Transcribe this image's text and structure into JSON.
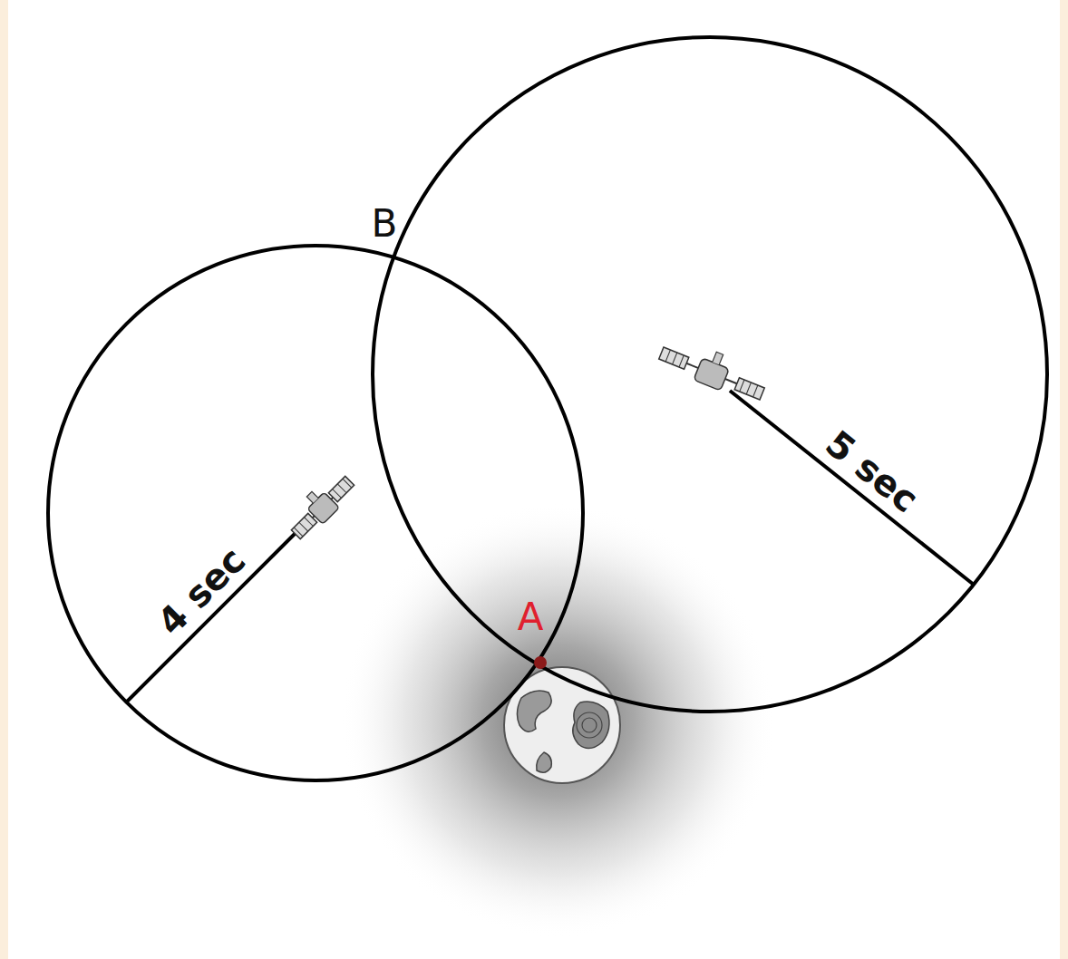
{
  "diagram": {
    "labels": [
      "B",
      "4 sec",
      "5 sec",
      "A"
    ]
  }
}
